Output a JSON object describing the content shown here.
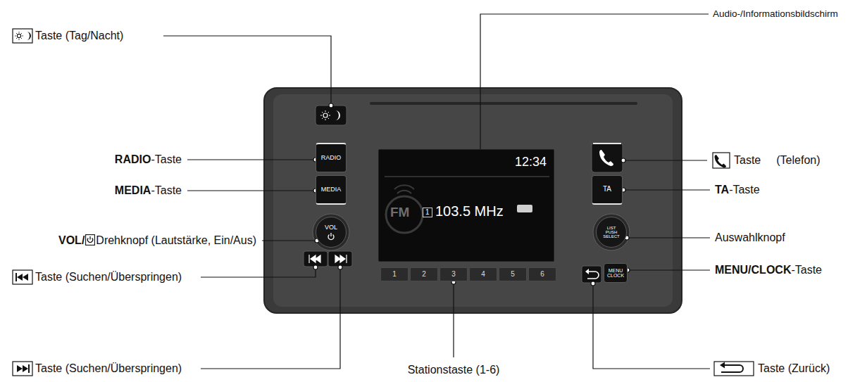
{
  "diagram": {
    "nodes": [
      {
        "text": [
          "12:34",
          "1",
          "103.5 MHz",
          "FM"
        ]
      },
      {
        "text": [
          "RADIO"
        ]
      },
      {
        "text": [
          "MEDIA"
        ]
      },
      {
        "text": [
          "VOL"
        ]
      },
      {
        "text": [
          "TA"
        ]
      },
      {
        "text": [
          "LIST PUSH SELECT"
        ]
      },
      {
        "text": [
          "MENU CLOCK"
        ]
      },
      {
        "text": [
          "1"
        ]
      },
      {
        "text": [
          "2"
        ]
      },
      {
        "text": [
          "3"
        ]
      },
      {
        "text": [
          "4"
        ]
      },
      {
        "text": [
          "5"
        ]
      },
      {
        "text": [
          "6"
        ]
      }
    ],
    "labels": [
      "Audio-/Informationsbildschirm",
      "Taste (Tag/Nacht)",
      "RADIO",
      "-Taste",
      "MEDIA",
      "-Taste",
      "VOL/",
      "Drehknopf (Lautstärke, Ein/Aus)",
      "Taste (Suchen/Überspringen)",
      "Taste (Suchen/Überspringen)",
      "Stationstaste (1-6)",
      "Taste",
      "(Telefon)",
      "TA",
      "-Taste",
      "Auswahlknopf",
      "MENU/CLOCK",
      "-Taste",
      "Taste (Zurück)"
    ]
  }
}
